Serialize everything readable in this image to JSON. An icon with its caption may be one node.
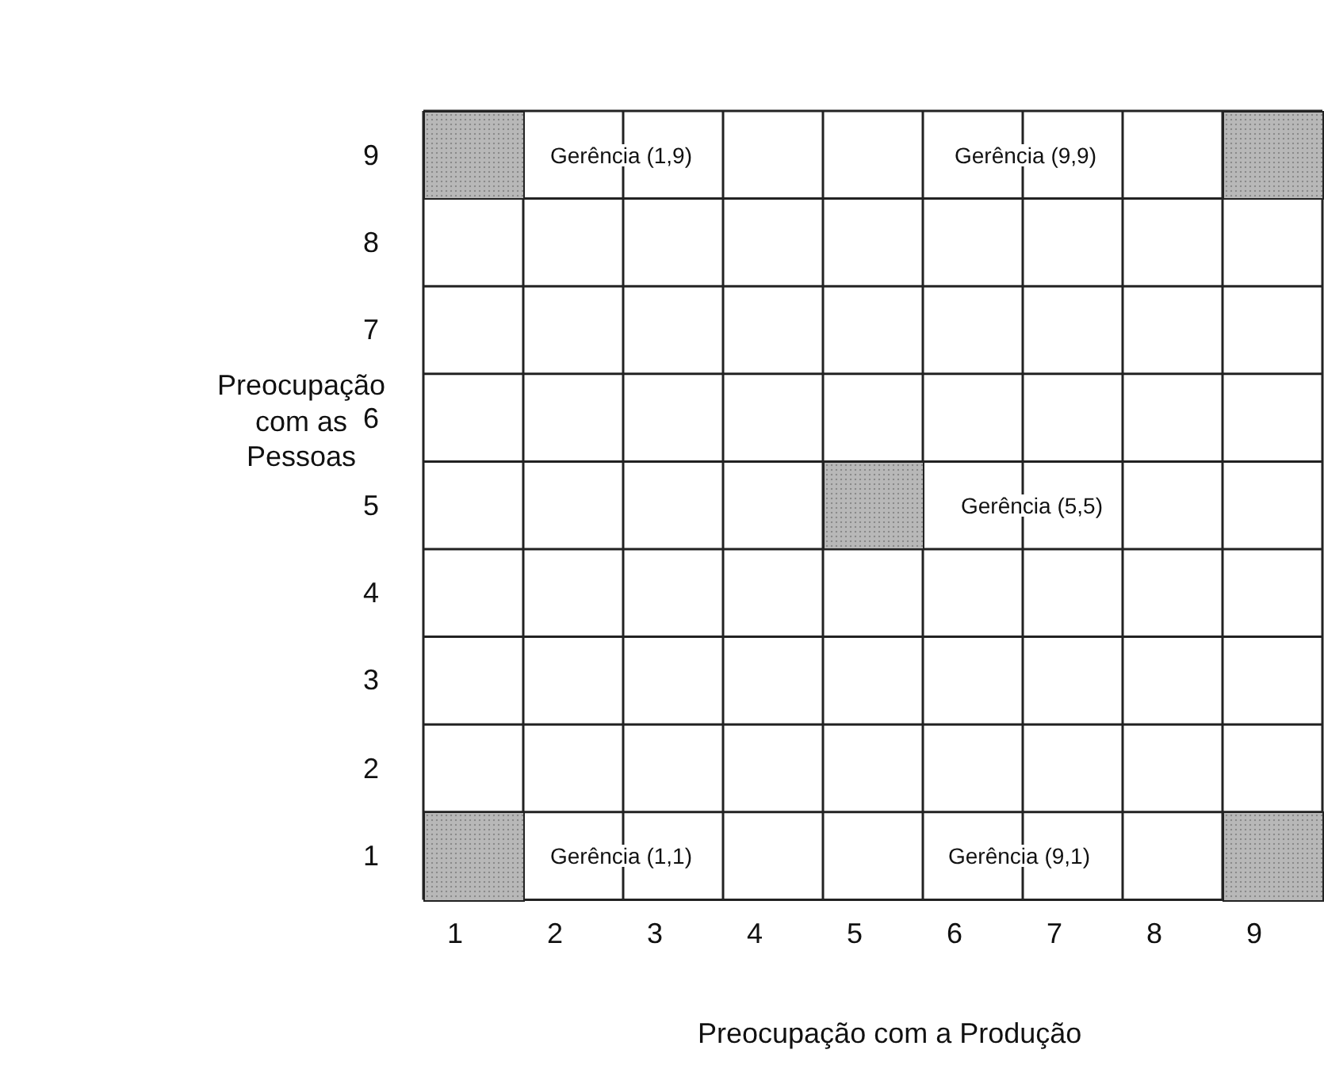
{
  "diagram": {
    "nodes": [
      {
        "text": [],
        "shape": "box"
      },
      {
        "text": [],
        "shape": "box"
      },
      {
        "text": [],
        "shape": "box"
      },
      {
        "text": [],
        "shape": "box"
      },
      {
        "text": [],
        "shape": "box"
      }
    ],
    "labels": [
      "9",
      "Gerência (1,9)",
      "Gerência (9,9)",
      "8",
      "7",
      "Preocupação com as Pessoas",
      "6",
      "5",
      "Gerência (5,5)",
      "4",
      "3",
      "2",
      "1",
      "Gerência (1,1)",
      "Gerência (9,1)",
      "1",
      "2",
      "3",
      "4",
      "5",
      "6",
      "7",
      "8",
      "9",
      "Preocupação com a Produção"
    ]
  }
}
